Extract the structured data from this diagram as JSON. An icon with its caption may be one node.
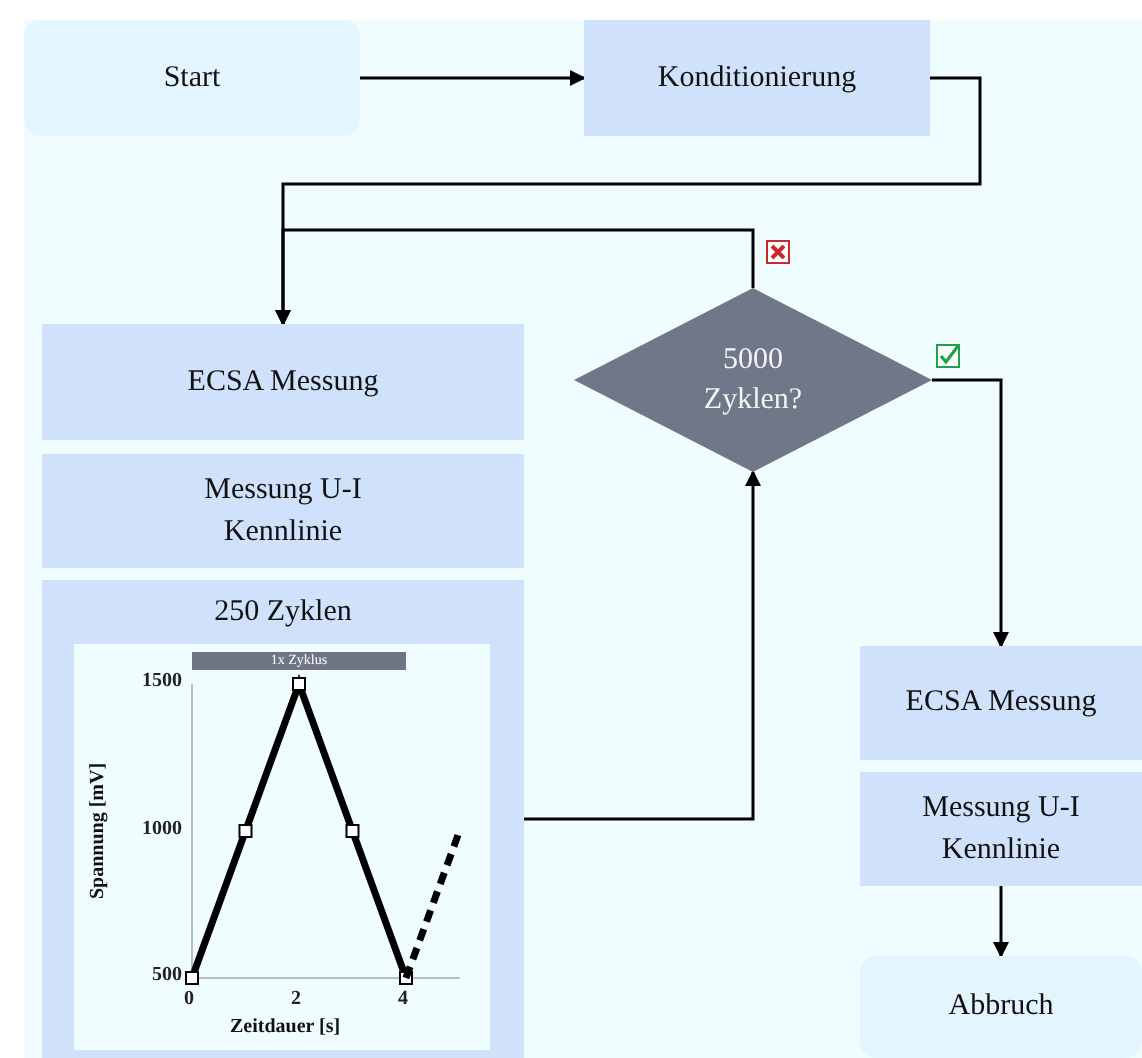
{
  "diagram": {
    "nodes": [
      {
        "text": [
          "Start"
        ]
      },
      {
        "text": [
          "Konditionierung"
        ]
      },
      {
        "text": [
          "ECSA Messung"
        ]
      },
      {
        "text": [
          "Messung U-I Kennlinie"
        ]
      },
      {
        "text": [
          "250 Zyklen"
        ]
      },
      {
        "text": [
          "5000 Zyklen?"
        ]
      },
      {
        "text": [
          "ECSA Messung"
        ]
      },
      {
        "text": [
          "Messung U-I Kennlinie"
        ]
      },
      {
        "text": [
          "Abbruch"
        ]
      }
    ],
    "edges": [
      {
        "from": 0,
        "to": 1,
        "arrow": "to"
      },
      {
        "from": 1,
        "to": 2,
        "arrow": "to"
      },
      {
        "from": 5,
        "to": 2,
        "arrow": "to"
      },
      {
        "from": 4,
        "to": 5,
        "arrow": "to"
      },
      {
        "from": 5,
        "to": 6,
        "arrow": "to"
      },
      {
        "from": 7,
        "to": 8,
        "arrow": "to"
      }
    ],
    "chart_data": {
      "type": "line",
      "xlabel": "Zeitdauer [s]",
      "ylabel": "Spannung [mV]",
      "x": [
        0,
        1,
        2,
        3,
        4,
        5
      ],
      "series": [
        {
          "color": "#000000",
          "marker": "square",
          "values": [
            500,
            1000,
            1500,
            1000,
            500,
            null
          ]
        },
        {
          "color": "#000000",
          "line_style": "dashed",
          "values": [
            null,
            null,
            null,
            null,
            500,
            1000
          ]
        }
      ],
      "xlim": [
        0,
        5
      ],
      "ylim": [
        500,
        1500
      ],
      "xticks": [
        0,
        2,
        4
      ],
      "yticks": [
        500,
        1000,
        1500
      ],
      "annotations": [
        "1x Zyklus"
      ]
    }
  }
}
